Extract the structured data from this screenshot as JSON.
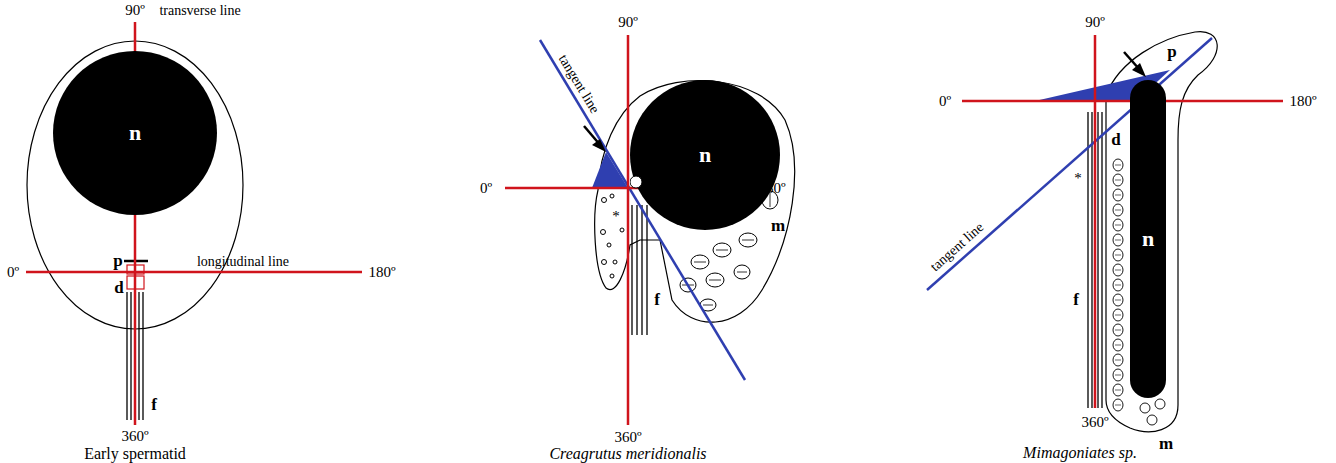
{
  "diagram": {
    "nodes": [
      {
        "text": [
          "n"
        ]
      },
      {
        "text": [
          "n"
        ]
      },
      {
        "text": [
          "n"
        ]
      }
    ],
    "labels": [
      "90º",
      "transverse line",
      "p",
      "longitudinal line",
      "0º",
      "180º",
      "d",
      "f",
      "360º",
      "Early spermatid",
      "90º",
      "tangent line",
      "0º",
      "180º",
      "m",
      "*",
      "f",
      "360º",
      "Creagrutus meridionalis",
      "90º",
      "p",
      "0º",
      "180º",
      "d",
      "tangent line",
      "*",
      "f",
      "m",
      "360º",
      "Mimagoniates sp."
    ]
  }
}
